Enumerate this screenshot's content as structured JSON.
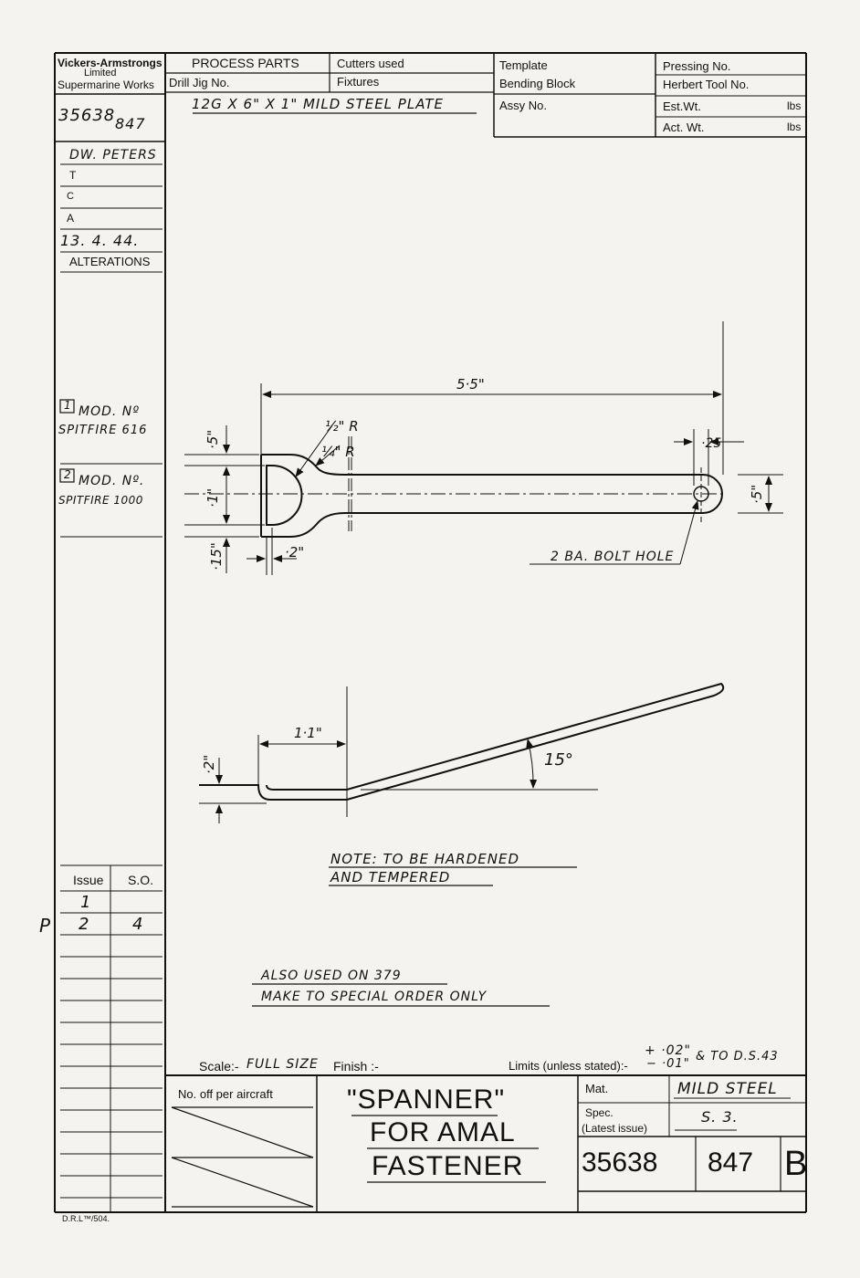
{
  "title_block": {
    "company_line1": "Vickers-Armstrongs",
    "company_line2": "Limited",
    "company_line3": "Supermarine Works",
    "process_parts": "PROCESS PARTS",
    "cutters_used": "Cutters used",
    "drill_jig_no": "Drill Jig No.",
    "fixtures": "Fixtures",
    "template": "Template",
    "bending_block": "Bending Block",
    "assy_no": "Assy No.",
    "pressing_no": "Pressing No.",
    "herbert_tool_no": "Herbert Tool No.",
    "est_wt": "Est.Wt.",
    "act_wt": "Act. Wt.",
    "lbs1": "lbs",
    "lbs2": "lbs",
    "material_spec": "12G X 6\" X 1\" MILD STEEL PLATE"
  },
  "sidebar": {
    "drawing_ref_a": "35638",
    "drawing_ref_b": "847",
    "drawn_by": "DW. PETERS",
    "t_label": "T",
    "c_label": "C",
    "a_label": "A",
    "date": "13. 4. 44.",
    "alterations": "ALTERATIONS",
    "alt1_no": "1",
    "alt1_line1": "MOD. Nº",
    "alt1_line2": "SPITFIRE 616",
    "alt2_no": "2",
    "alt2_line1": "MOD. Nº.",
    "alt2_line2": "SPITFIRE 1000",
    "issue_header": "Issue",
    "so_header": "S.O.",
    "issue1": "1",
    "so1": "",
    "issue2": "2",
    "so2": "4",
    "p_mark": "P"
  },
  "dimensions": {
    "length": "5·5\"",
    "half_r": "½\" R",
    "quarter_r": "¼\" R",
    "hole_dim": "·25",
    "jaw_top": "·5\"",
    "jaw_opening": "·1\"",
    "jaw_bottom": "·15\"",
    "jaw_depth": "·2\"",
    "head_width": "·5\"",
    "bolt_hole": "2 BA. BOLT HOLE",
    "bend_length": "1·1\"",
    "step": "·2\"",
    "angle": "15°"
  },
  "notes": {
    "note_line1": "NOTE: TO BE HARDENED",
    "note_line2": "AND TEMPERED",
    "also_line1": "ALSO USED ON 379",
    "also_line2": "MAKE TO SPECIAL ORDER ONLY"
  },
  "footer": {
    "scale_label": "Scale:-",
    "scale_value": "FULL SIZE",
    "finish_label": "Finish :-",
    "limits_label": "Limits (unless stated):-",
    "limits_plus": "+ ·02\"",
    "limits_minus": "− ·01\"",
    "limits_ref": "& TO D.S.43",
    "no_off": "No. off per aircraft",
    "part_title_1": "\"SPANNER\"",
    "part_title_2": "FOR AMAL",
    "part_title_3": "FASTENER",
    "mat_label": "Mat.",
    "mat_value": "MILD STEEL",
    "spec_label": "Spec.",
    "latest_issue": "(Latest issue)",
    "spec_value": "S. 3.",
    "drawing_no": "35638",
    "sheet_no": "847",
    "revision": "B",
    "form_ref": "D.R.L™/504."
  }
}
